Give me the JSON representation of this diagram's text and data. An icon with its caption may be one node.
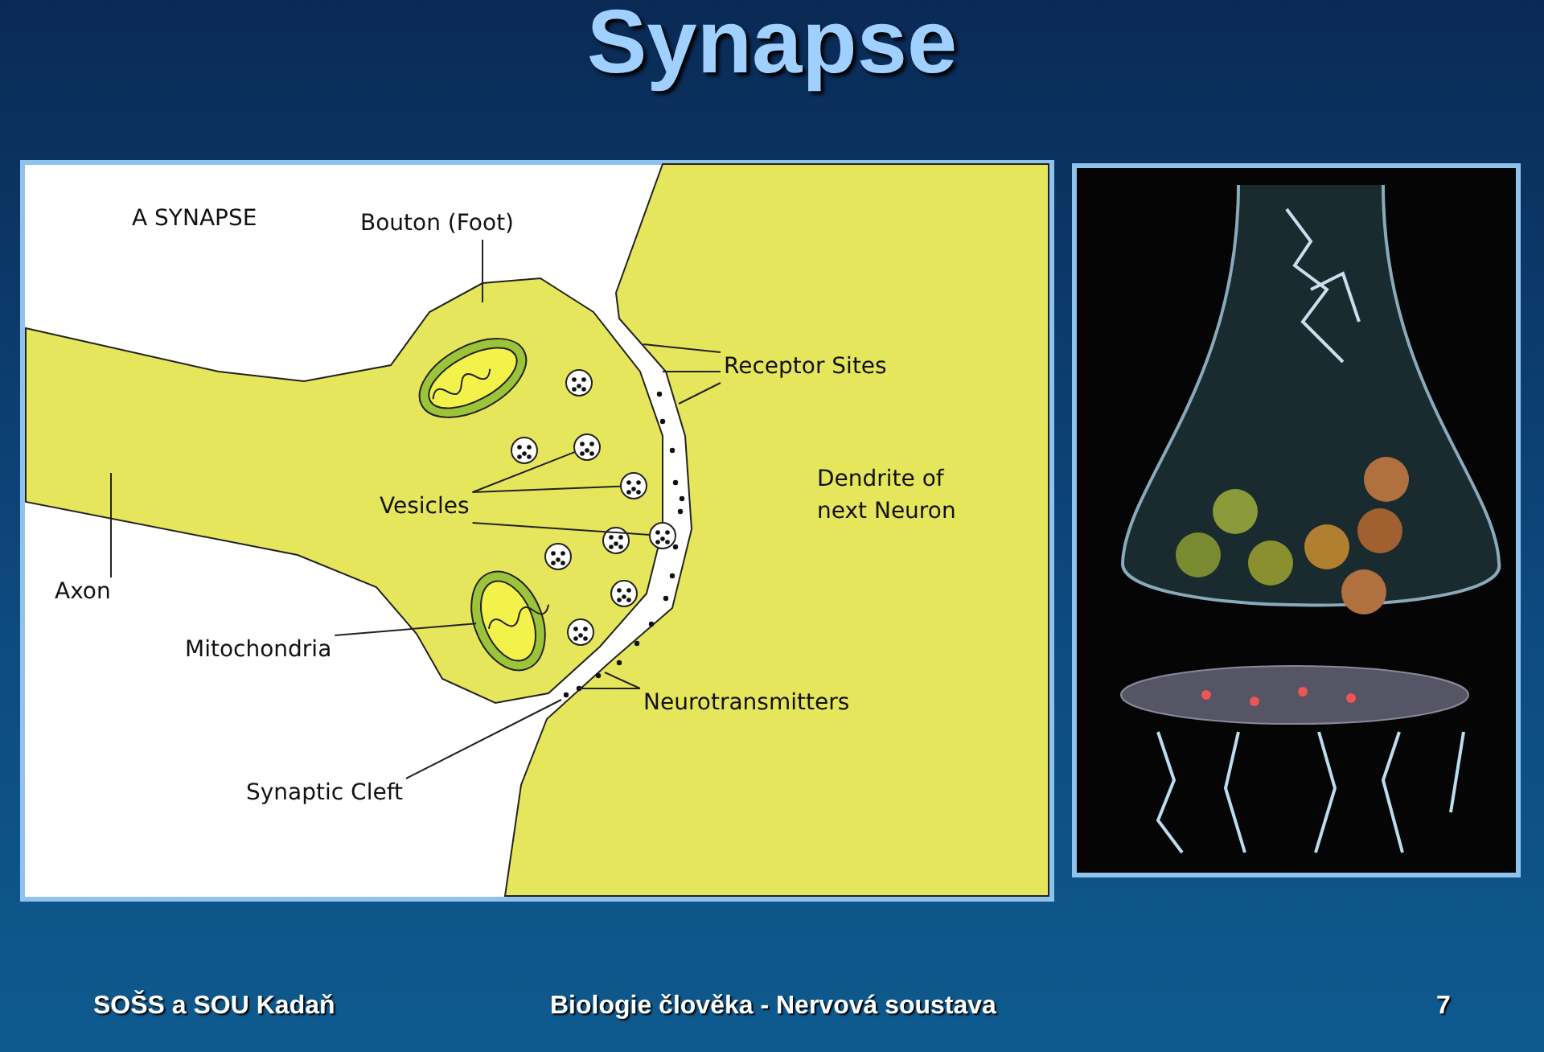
{
  "diagram": {
    "title": "Synapse",
    "nodes": [
      {
        "text": [
          "Bouton (Foot)"
        ]
      },
      {
        "text": [
          "Receptor Sites"
        ]
      },
      {
        "text": [
          "Vesicles"
        ]
      },
      {
        "text": [
          "Axon"
        ]
      },
      {
        "text": [
          "Mitochondria"
        ]
      },
      {
        "text": [
          "Neurotransmitters"
        ]
      },
      {
        "text": [
          "Synaptic Cleft"
        ]
      },
      {
        "text": [],
        "shape": "circle"
      },
      {
        "text": [],
        "shape": "circle"
      },
      {
        "text": [],
        "shape": "circle"
      },
      {
        "text": [],
        "shape": "circle"
      },
      {
        "text": [],
        "shape": "circle"
      },
      {
        "text": [],
        "shape": "circle"
      },
      {
        "text": [],
        "shape": "circle"
      },
      {
        "text": [],
        "shape": "circle"
      },
      {
        "text": [],
        "shape": "circle"
      },
      {
        "text": [],
        "shape": "oval"
      },
      {
        "text": [],
        "shape": "oval"
      }
    ],
    "edges": [
      {
        "from": 0,
        "to": null,
        "arrow": "none"
      },
      {
        "from": 1,
        "to": null,
        "arrow": "none"
      },
      {
        "from": 1,
        "to": null,
        "arrow": "none"
      },
      {
        "from": 1,
        "to": null,
        "arrow": "none"
      },
      {
        "from": 2,
        "to": 8,
        "arrow": "none"
      },
      {
        "from": 2,
        "to": 10,
        "arrow": "none"
      },
      {
        "from": 2,
        "to": 11,
        "arrow": "none"
      },
      {
        "from": 3,
        "to": null,
        "arrow": "none"
      },
      {
        "from": 4,
        "to": 17,
        "arrow": "none"
      },
      {
        "from": 5,
        "to": null,
        "arrow": "none"
      },
      {
        "from": 5,
        "to": null,
        "arrow": "none"
      },
      {
        "from": 6,
        "to": null,
        "arrow": "none"
      }
    ],
    "labels": [
      "A SYNAPSE",
      "Dendrite of next Neuron",
      "SOŠS a SOU Kadaň",
      "Biologie člověka - Nervová soustava",
      "7"
    ]
  }
}
